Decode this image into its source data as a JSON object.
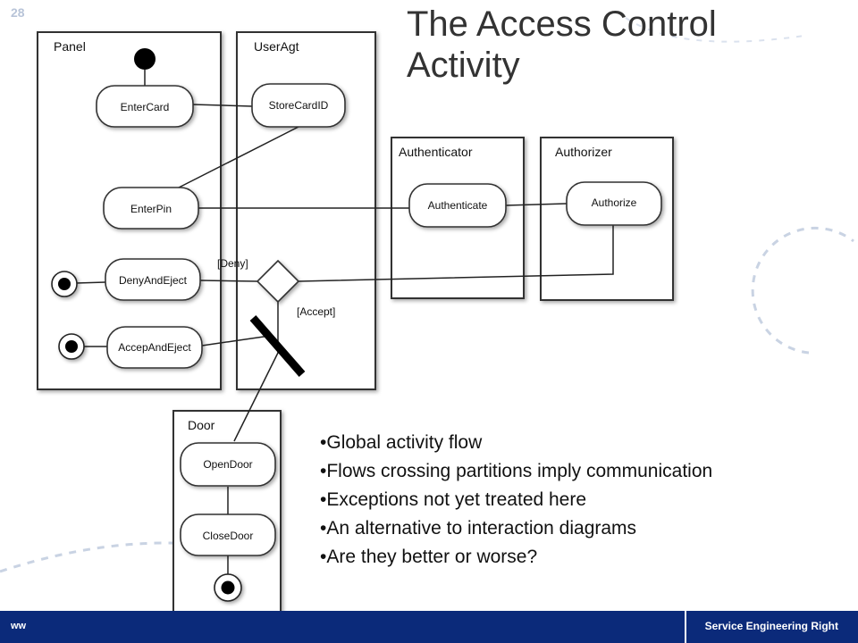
{
  "slide": {
    "number": "28",
    "title_line1": "The Access Control",
    "title_line2": "Activity"
  },
  "partitions": {
    "panel": "Panel",
    "useragt": "UserAgt",
    "authenticator": "Authenticator",
    "authorizer": "Authorizer",
    "door": "Door"
  },
  "actions": {
    "entercard": "EnterCard",
    "storecardid": "StoreCardID",
    "enterpin": "EnterPin",
    "authenticate": "Authenticate",
    "authorize": "Authorize",
    "denyandeject": "DenyAndEject",
    "accepandeject": "AccepAndEject",
    "opendoor": "OpenDoor",
    "closedoor": "CloseDoor"
  },
  "guards": {
    "deny": "[Deny]",
    "accept": "[Accept]"
  },
  "bullets": [
    "Global activity flow",
    "Flows crossing partitions imply communication",
    "Exceptions not yet treated here",
    "An alternative to interaction diagrams",
    "Are they better or worse?"
  ],
  "footer": {
    "left": "ww",
    "right": "Service Engineering Right"
  },
  "colors": {
    "footer_bar": "#0b2a7a",
    "decoration": "#c9d3e3"
  }
}
